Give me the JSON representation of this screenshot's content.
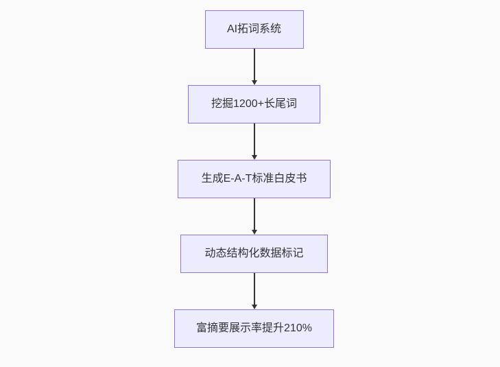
{
  "flowchart": {
    "type": "vertical-flow",
    "nodes": [
      {
        "id": "n1",
        "label": "AI拓词系统"
      },
      {
        "id": "n2",
        "label": "挖掘1200+长尾词"
      },
      {
        "id": "n3",
        "label": "生成E-A-T标准白皮书"
      },
      {
        "id": "n4",
        "label": "动态结构化数据标记"
      },
      {
        "id": "n5",
        "label": "富摘要展示率提升210%"
      }
    ],
    "edges": [
      {
        "from": "n1",
        "to": "n2",
        "style": "arrow-down"
      },
      {
        "from": "n2",
        "to": "n3",
        "style": "arrow-down"
      },
      {
        "from": "n3",
        "to": "n4",
        "style": "arrow-down"
      },
      {
        "from": "n4",
        "to": "n5",
        "style": "arrow-down"
      }
    ]
  },
  "colors": {
    "background": "#FAFAFA",
    "node_fill": "#ECECFF",
    "node_border": "#9370DB",
    "node_text": "#333333",
    "arrow": "#333333"
  }
}
